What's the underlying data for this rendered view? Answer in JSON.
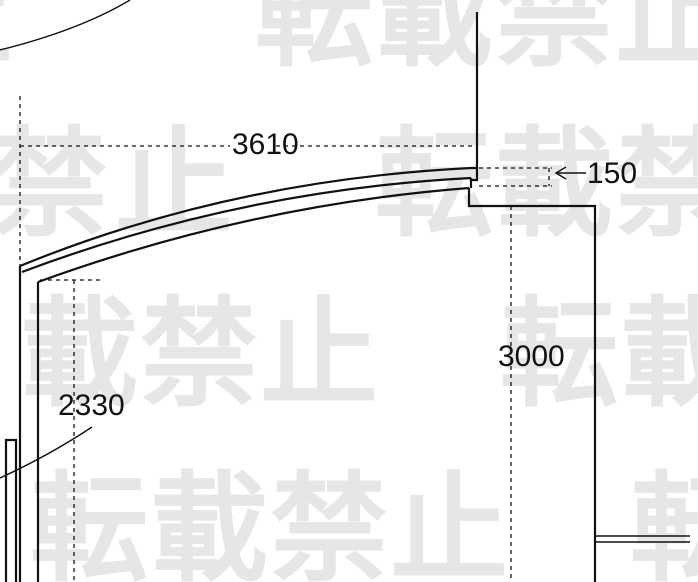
{
  "watermark": {
    "chars": [
      "転",
      "載",
      "禁",
      "止"
    ],
    "color": "#e6e6e6"
  },
  "dimensions": {
    "width_top": "3610",
    "step_height": "150",
    "right_height": "3000",
    "left_height": "2330"
  },
  "colors": {
    "line": "#111111",
    "background": "#ffffff"
  }
}
